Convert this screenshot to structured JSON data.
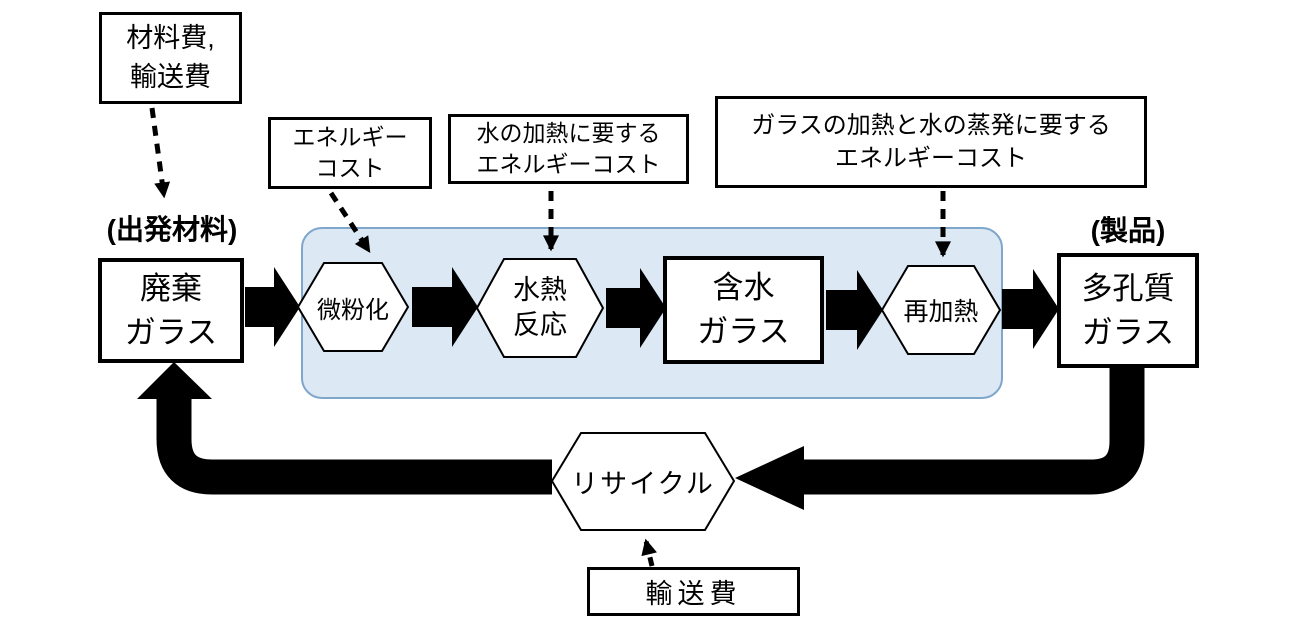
{
  "diagram": {
    "labels": {
      "start_material": "(出発材料)",
      "product": "(製品)"
    },
    "nodes": {
      "waste_glass": "廃棄\nガラス",
      "pulverization": "微粉化",
      "hydrothermal_reaction": "水熱\n反応",
      "hydrated_glass": "含水\nガラス",
      "reheating": "再加熱",
      "porous_glass": "多孔質\nガラス",
      "recycle": "リサイクル"
    },
    "cost_annotations": {
      "material_transport": "材料費,\n輸送費",
      "energy": "エネルギー\nコスト",
      "water_heating": "水の加熱に要する\nエネルギーコスト",
      "glass_heating_evaporation": "ガラスの加熱と水の蒸発に要する\nエネルギーコスト",
      "transport": "輸送費"
    },
    "colors": {
      "process_region_fill": "#dce8f4",
      "process_region_border": "#7fa6cb",
      "arrow_black": "#000000"
    }
  }
}
